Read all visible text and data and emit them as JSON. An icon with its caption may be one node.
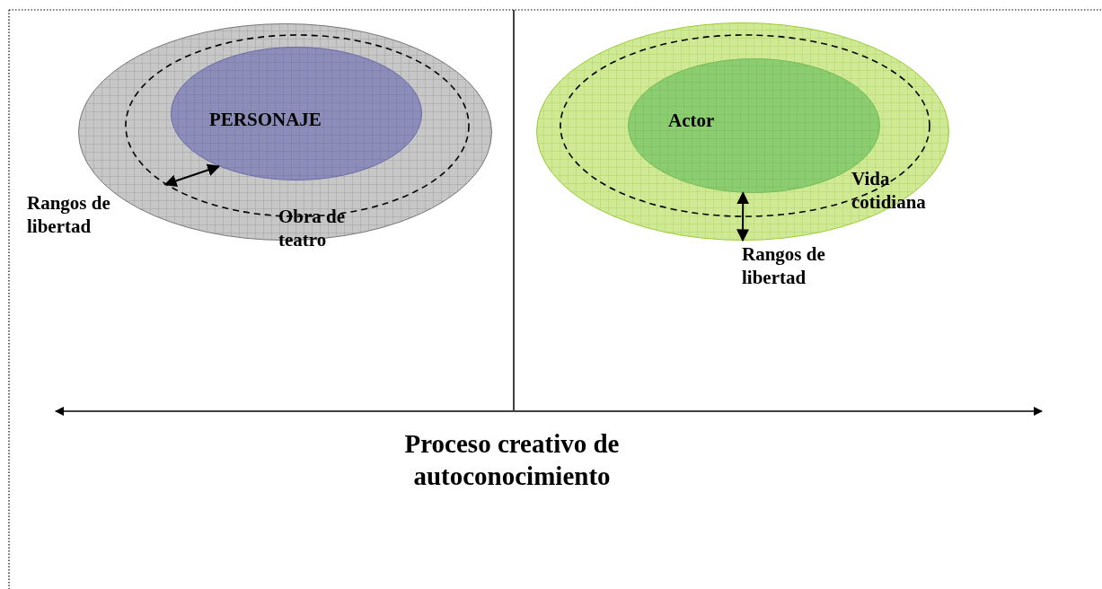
{
  "diagram": {
    "nodes": [
      {
        "text": [
          "Obra de teatro"
        ]
      },
      {
        "text": [],
        "shape": "ellipse",
        "in": 0
      },
      {
        "text": [
          "PERSONAJE"
        ],
        "in": 1
      },
      {
        "text": [
          "Vida cotidiana"
        ]
      },
      {
        "text": [],
        "shape": "ellipse",
        "in": 3
      },
      {
        "text": [
          "Actor"
        ],
        "in": 4
      }
    ],
    "edges": [
      {
        "from": 1,
        "to": 2,
        "arrow": "both"
      },
      {
        "from": 5,
        "to": 3,
        "arrow": "both"
      }
    ],
    "labels": [
      "Rangos de libertad",
      "Rangos de libertad",
      "Proceso creativo de autoconocimiento"
    ]
  }
}
